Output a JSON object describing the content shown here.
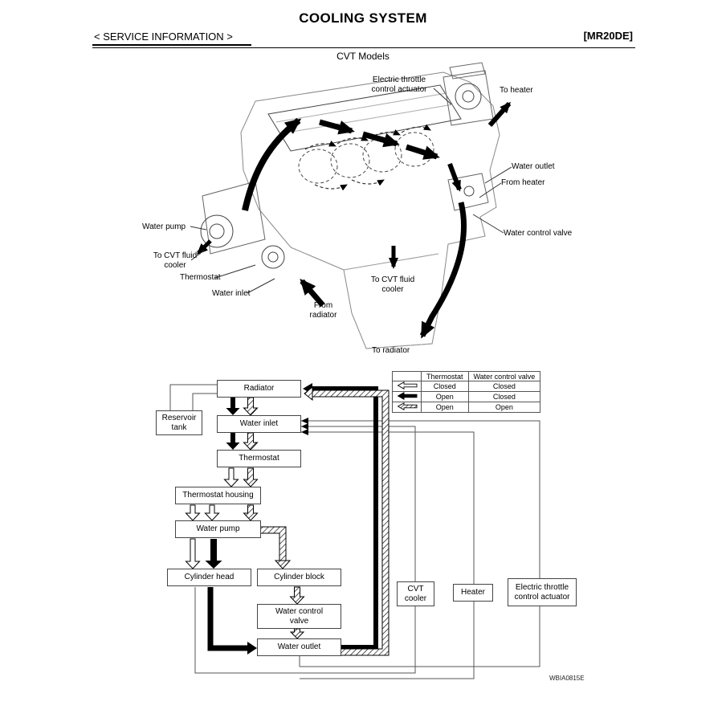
{
  "page": {
    "title": "COOLING SYSTEM",
    "service_info": "< SERVICE INFORMATION >",
    "engine_code": "[MR20DE]",
    "subtitle": "CVT Models",
    "figure_code": "WBIA0815E"
  },
  "engine": {
    "labels": {
      "electric_throttle": "Electric throttle control actuator",
      "to_heater": "To heater",
      "water_outlet": "Water outlet",
      "from_heater": "From heater",
      "water_control_valve": "Water control valve",
      "water_pump": "Water pump",
      "to_cvt_fluid_cooler_left": "To CVT fluid cooler",
      "thermostat": "Thermostat",
      "water_inlet": "Water inlet",
      "from_radiator": "From radiator",
      "to_cvt_fluid_cooler_right": "To CVT fluid cooler",
      "to_radiator": "To radiator"
    }
  },
  "flow": {
    "blocks": {
      "radiator": "Radiator",
      "reservoir_tank": "Reservoir tank",
      "water_inlet": "Water inlet",
      "thermostat": "Thermostat",
      "thermostat_housing": "Thermostat housing",
      "water_pump": "Water pump",
      "cylinder_head": "Cylinder head",
      "cylinder_block": "Cylinder block",
      "water_control_valve": "Water control valve",
      "water_outlet": "Water outlet",
      "cvt_cooler": "CVT cooler",
      "heater": "Heater",
      "electric_throttle_actuator": "Electric throttle control actuator"
    },
    "legend": {
      "col_thermostat": "Thermostat",
      "col_valve": "Water control valve",
      "rows": [
        {
          "symbol": "white-arrow",
          "thermostat": "Closed",
          "valve": "Closed"
        },
        {
          "symbol": "black-arrow",
          "thermostat": "Open",
          "valve": "Closed"
        },
        {
          "symbol": "hatched-arrow",
          "thermostat": "Open",
          "valve": "Open"
        }
      ]
    }
  }
}
